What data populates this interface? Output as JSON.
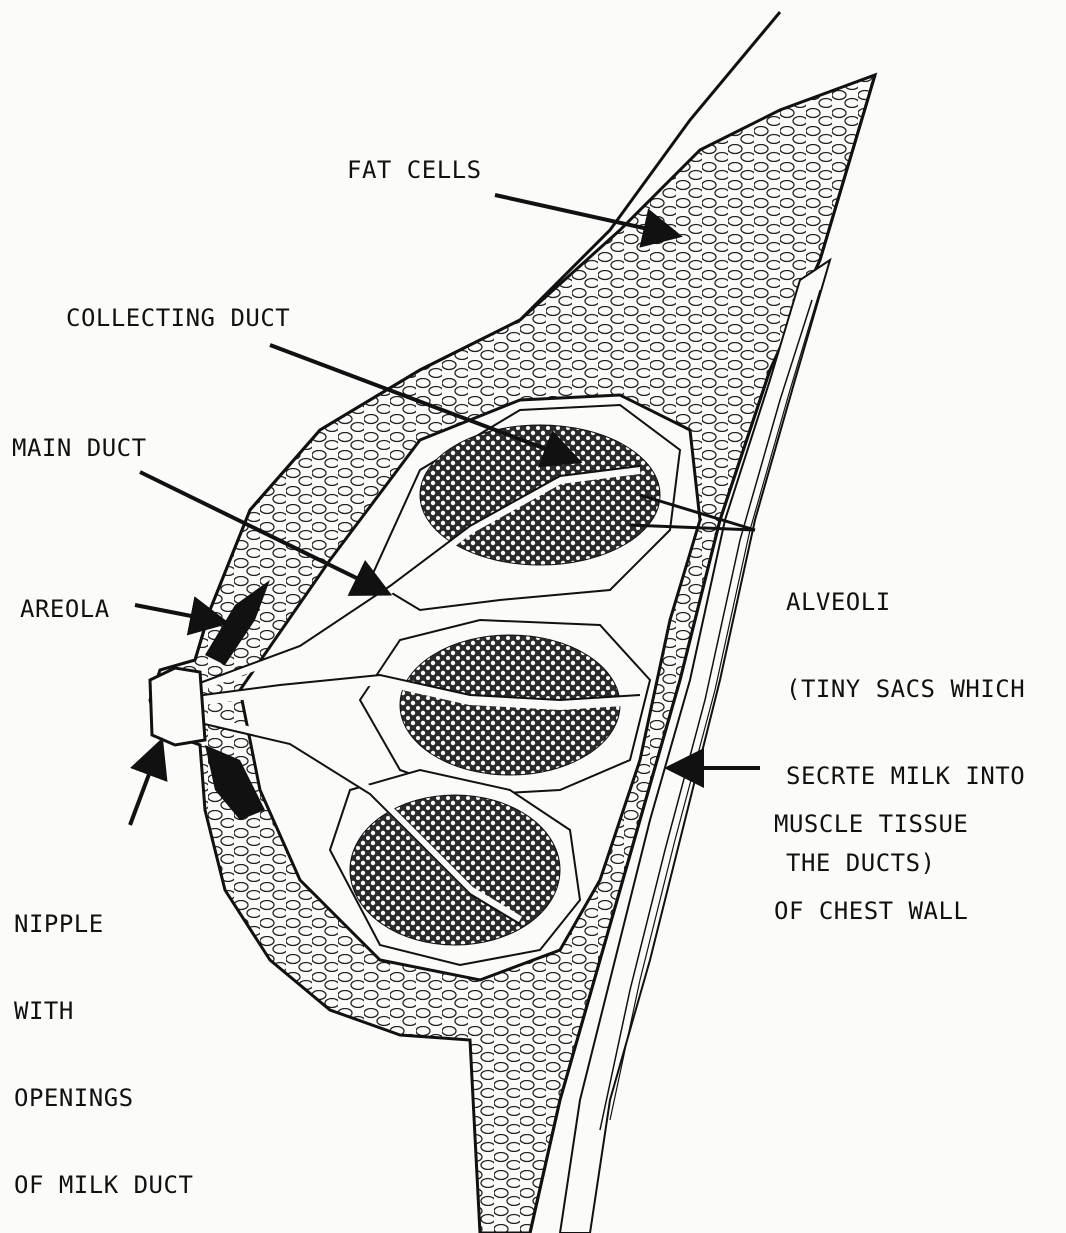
{
  "labels": {
    "fat_cells": "FAT CELLS",
    "collecting_duct": "COLLECTING DUCT",
    "main_duct": "MAIN DUCT",
    "areola": "AREOLA",
    "nipple": [
      "NIPPLE",
      "WITH",
      "OPENINGS",
      "OF MILK DUCT"
    ],
    "alveoli": [
      "ALVEOLI",
      "(TINY SACS WHICH",
      "SECRTE MILK INTO",
      "THE DUCTS)"
    ],
    "muscle": [
      "MUSCLE TISSUE",
      "OF CHEST WALL"
    ]
  },
  "colors": {
    "ink": "#111111",
    "paper": "#fbfbf9",
    "lobule_fill": "#2a2a2a"
  }
}
